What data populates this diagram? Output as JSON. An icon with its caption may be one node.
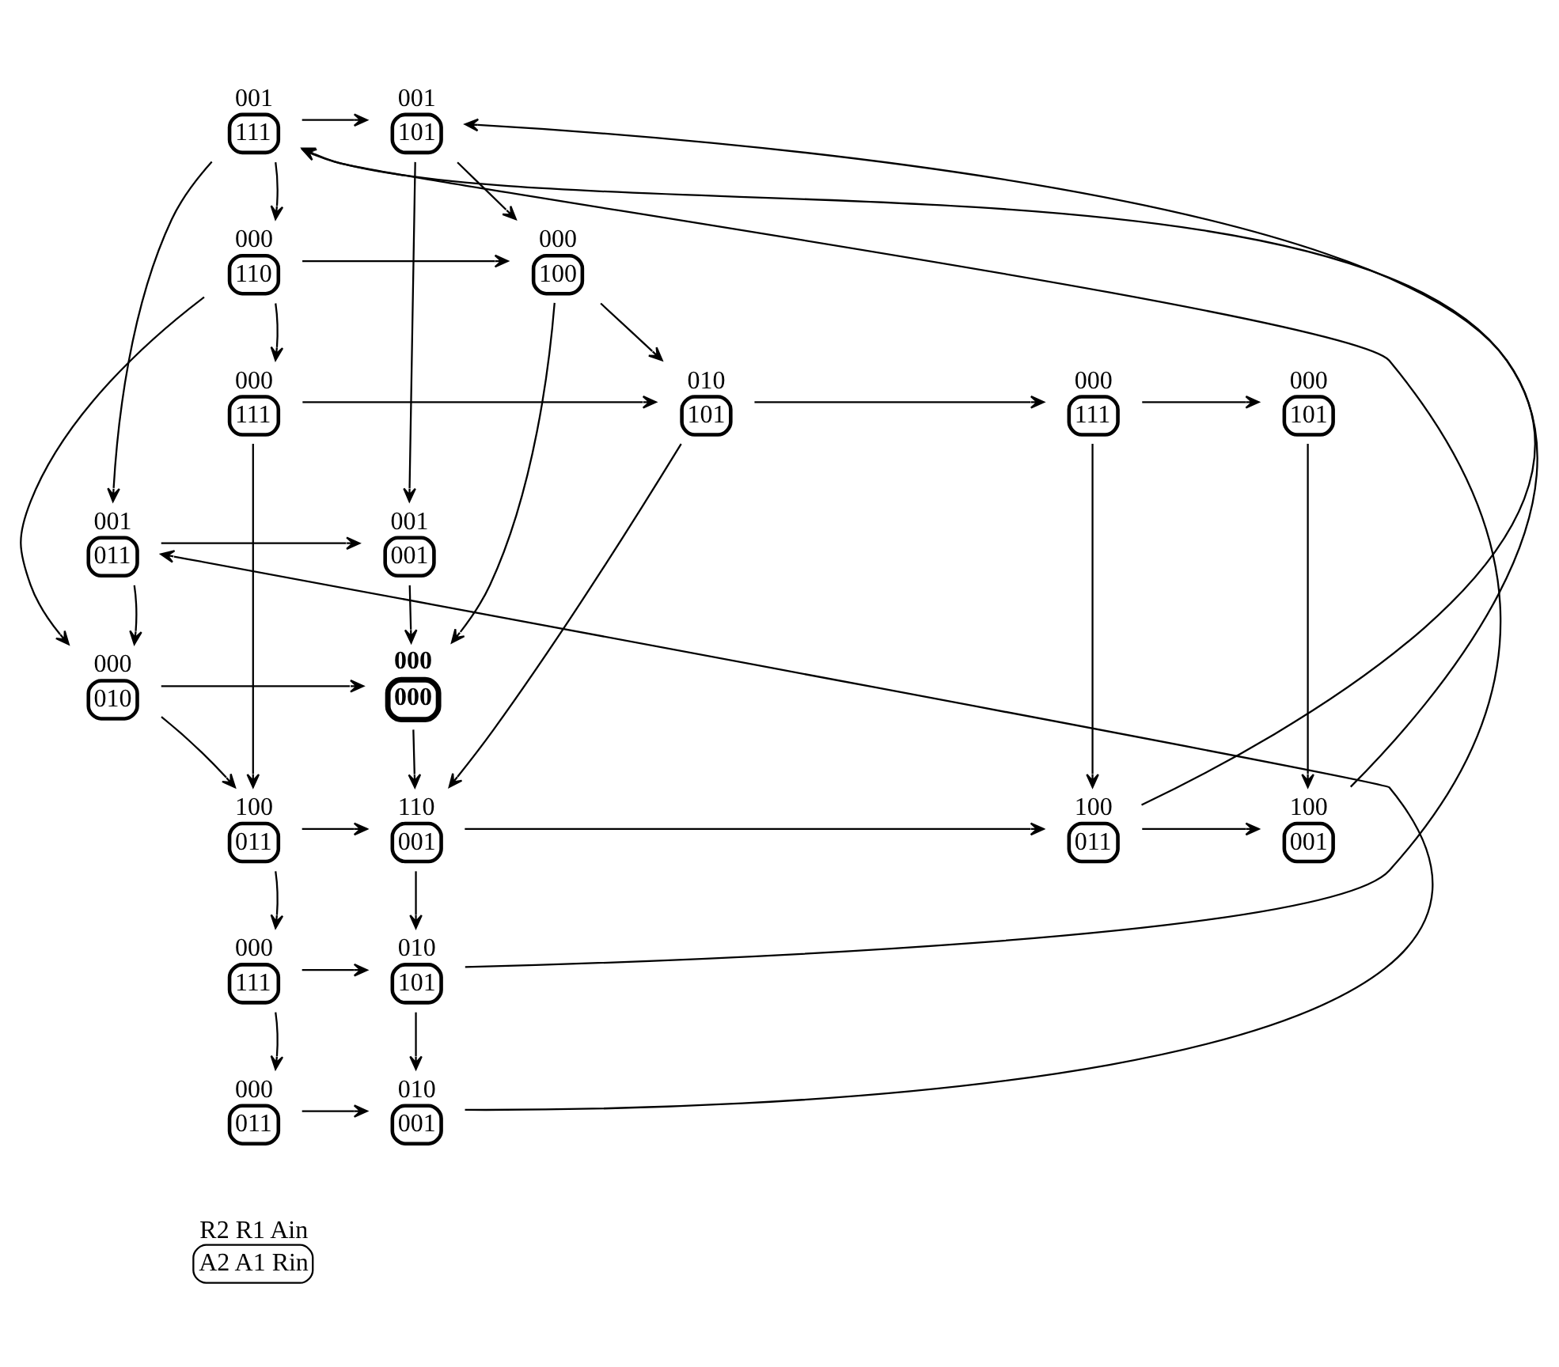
{
  "diagram": {
    "nodes": [
      {
        "text": [
          "001",
          "111"
        ]
      },
      {
        "text": [
          "001",
          "101"
        ]
      },
      {
        "text": [
          "000",
          "110"
        ]
      },
      {
        "text": [
          "000",
          "100"
        ]
      },
      {
        "text": [
          "000",
          "111"
        ]
      },
      {
        "text": [
          "010",
          "101"
        ]
      },
      {
        "text": [
          "000",
          "111"
        ]
      },
      {
        "text": [
          "000",
          "101"
        ]
      },
      {
        "text": [
          "001",
          "011"
        ]
      },
      {
        "text": [
          "001",
          "001"
        ]
      },
      {
        "text": [
          "000",
          "010"
        ]
      },
      {
        "text": [
          "000",
          "000"
        ]
      },
      {
        "text": [
          "100",
          "011"
        ]
      },
      {
        "text": [
          "110",
          "001"
        ]
      },
      {
        "text": [
          "100",
          "011"
        ]
      },
      {
        "text": [
          "100",
          "001"
        ]
      },
      {
        "text": [
          "000",
          "111"
        ]
      },
      {
        "text": [
          "010",
          "101"
        ]
      },
      {
        "text": [
          "000",
          "011"
        ]
      },
      {
        "text": [
          "010",
          "001"
        ]
      },
      {
        "text": [
          "R2 R1 Ain",
          "A2 A1 Rin"
        ]
      }
    ],
    "edges": [
      {
        "from": 0,
        "to": 1,
        "arrow": "to"
      },
      {
        "from": 0,
        "to": 2,
        "arrow": "to"
      },
      {
        "from": 0,
        "to": 8,
        "arrow": "to"
      },
      {
        "from": 1,
        "to": 3,
        "arrow": "to"
      },
      {
        "from": 1,
        "to": 9,
        "arrow": "to"
      },
      {
        "from": 2,
        "to": 3,
        "arrow": "to"
      },
      {
        "from": 2,
        "to": 4,
        "arrow": "to"
      },
      {
        "from": 2,
        "to": 10,
        "arrow": "to"
      },
      {
        "from": 3,
        "to": 5,
        "arrow": "to"
      },
      {
        "from": 3,
        "to": 11,
        "arrow": "to"
      },
      {
        "from": 4,
        "to": 5,
        "arrow": "to"
      },
      {
        "from": 4,
        "to": 12,
        "arrow": "to"
      },
      {
        "from": 5,
        "to": 6,
        "arrow": "to"
      },
      {
        "from": 5,
        "to": 13,
        "arrow": "to"
      },
      {
        "from": 6,
        "to": 7,
        "arrow": "to"
      },
      {
        "from": 6,
        "to": 14,
        "arrow": "to"
      },
      {
        "from": 7,
        "to": 15,
        "arrow": "to"
      },
      {
        "from": 8,
        "to": 9,
        "arrow": "to"
      },
      {
        "from": 8,
        "to": 10,
        "arrow": "to"
      },
      {
        "from": 9,
        "to": 11,
        "arrow": "to"
      },
      {
        "from": 10,
        "to": 11,
        "arrow": "to"
      },
      {
        "from": 10,
        "to": 12,
        "arrow": "to"
      },
      {
        "from": 11,
        "to": 13,
        "arrow": "to"
      },
      {
        "from": 12,
        "to": 13,
        "arrow": "to"
      },
      {
        "from": 12,
        "to": 16,
        "arrow": "to"
      },
      {
        "from": 13,
        "to": 14,
        "arrow": "to"
      },
      {
        "from": 13,
        "to": 17,
        "arrow": "to"
      },
      {
        "from": 14,
        "to": 15,
        "arrow": "to"
      },
      {
        "from": 16,
        "to": 17,
        "arrow": "to"
      },
      {
        "from": 16,
        "to": 18,
        "arrow": "to"
      },
      {
        "from": 17,
        "to": 19,
        "arrow": "to"
      },
      {
        "from": 18,
        "to": 19,
        "arrow": "to"
      },
      {
        "from": 14,
        "to": 0,
        "arrow": "to"
      },
      {
        "from": 15,
        "to": 1,
        "arrow": "to"
      },
      {
        "from": 17,
        "to": 0,
        "arrow": "to"
      },
      {
        "from": 19,
        "to": 8,
        "arrow": "to"
      }
    ]
  }
}
